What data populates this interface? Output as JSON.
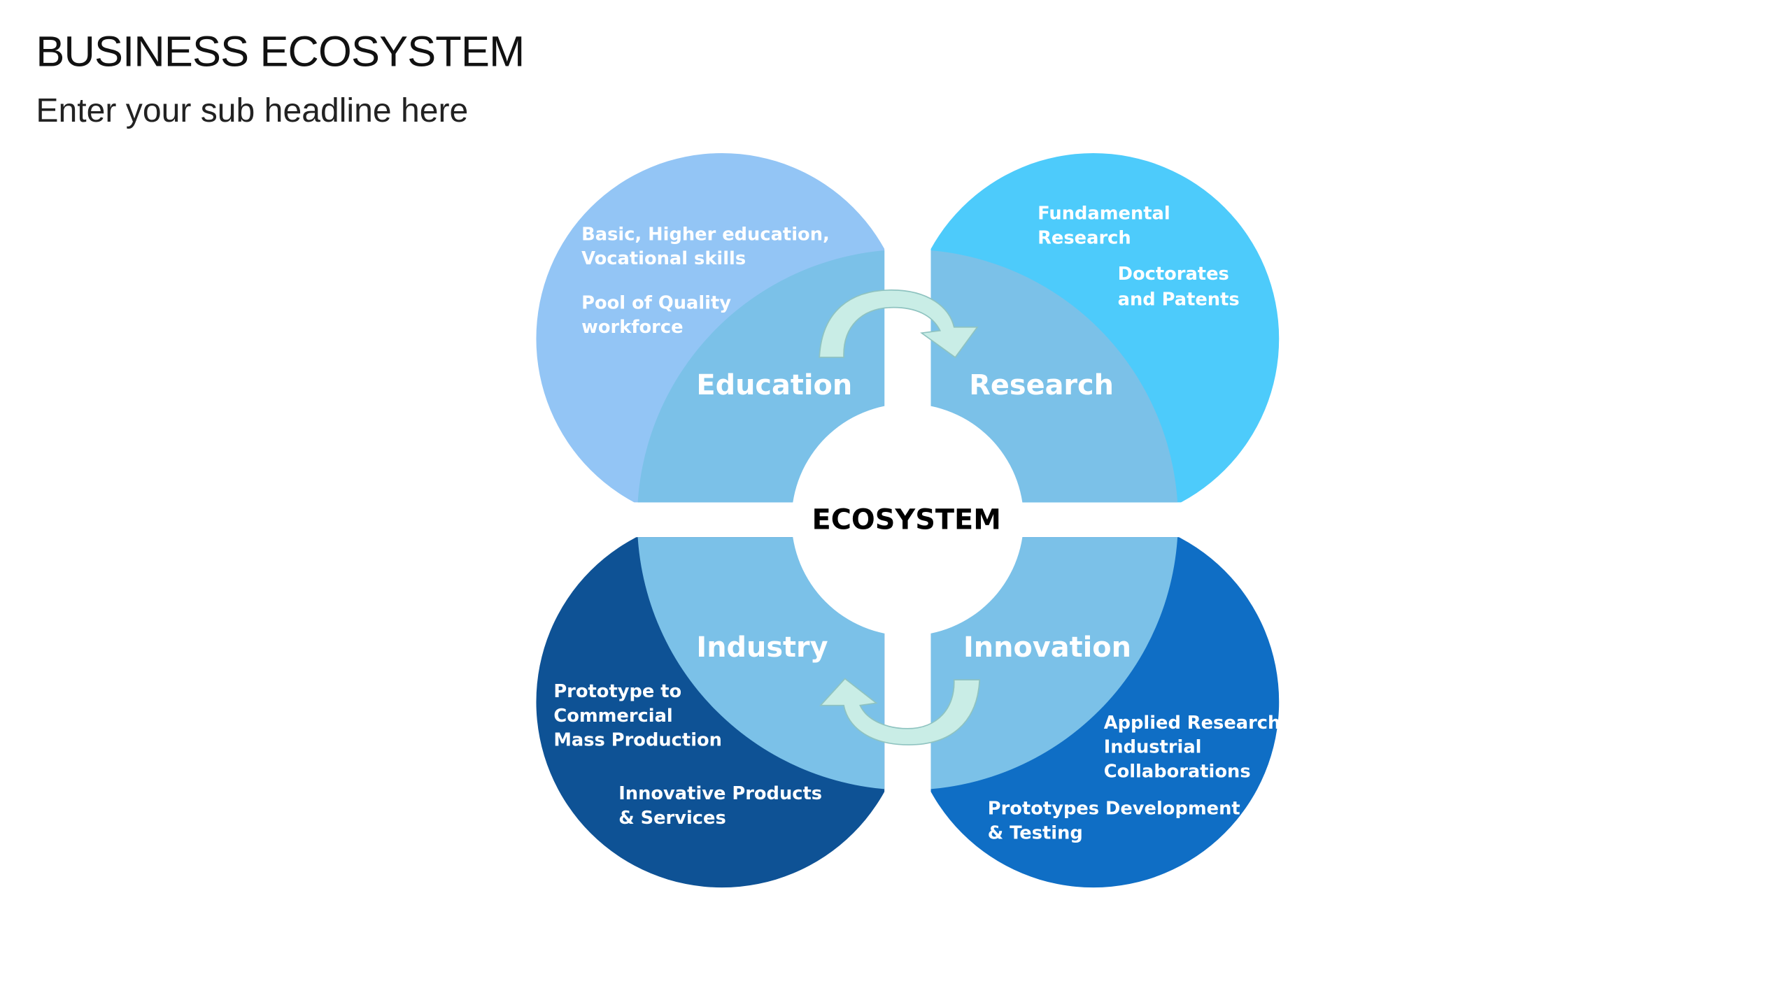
{
  "header": {
    "title": "BUSINESS ECOSYSTEM",
    "subtitle": "Enter your sub headline here"
  },
  "diagram": {
    "center_label": "ECOSYSTEM",
    "quadrants": {
      "education": {
        "label": "Education",
        "notes": [
          "Basic, Higher education,",
          "Vocational skills",
          "Pool of Quality",
          "workforce"
        ]
      },
      "research": {
        "label": "Research",
        "notes": [
          "Fundamental",
          "Research",
          "Doctorates",
          "and Patents"
        ]
      },
      "industry": {
        "label": "Industry",
        "notes": [
          "Prototype to",
          "Commercial",
          "Mass Production",
          "Innovative Products",
          "& Services"
        ]
      },
      "innovation": {
        "label": "Innovation",
        "notes": [
          "Applied Research",
          "Industrial",
          "Collaborations",
          "Prototypes Development",
          "& Testing"
        ]
      }
    }
  },
  "colors": {
    "education_outer": "#93c5f5",
    "research_outer": "#4dcbfb",
    "industry_outer": "#0e5295",
    "innovation_outer": "#0f6ec5",
    "inner_ring": "#7bc1e8",
    "arrow": "#c9ede6"
  }
}
